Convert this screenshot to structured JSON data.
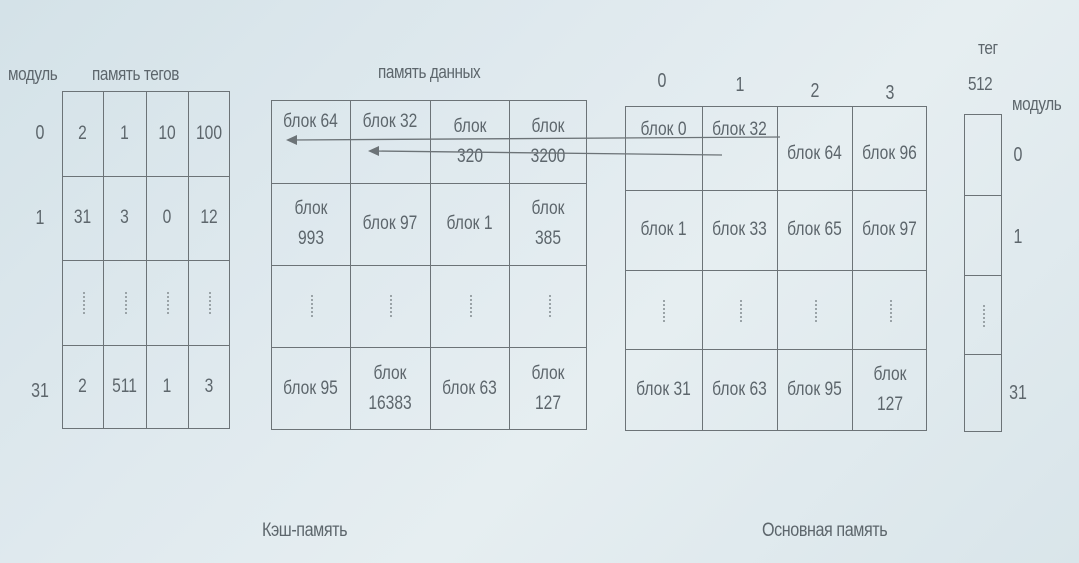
{
  "labels": {
    "modul_left": "модуль",
    "tag_memory": "память тегов",
    "data_memory": "память данных",
    "teg": "тег",
    "teg_value": "512",
    "modul_right": "модуль",
    "cache": "Кэш-память",
    "main_memory": "Основная память"
  },
  "module_numbers": {
    "m0": "0",
    "m1": "1",
    "m31": "31"
  },
  "tag_memory": {
    "row0": [
      "2",
      "1",
      "10",
      "100"
    ],
    "row1": [
      "31",
      "3",
      "0",
      "12"
    ],
    "row31": [
      "2",
      "511",
      "1",
      "3"
    ]
  },
  "data_memory": {
    "row0": [
      "блок 64",
      "блок 32",
      "блок 320",
      "блок 3200"
    ],
    "row1": [
      "блок 993",
      "блок 97",
      "блок 1",
      "блок 385"
    ],
    "row31": [
      "блок 95",
      "блок 16383",
      "блок 63",
      "блок 127"
    ]
  },
  "main_memory": {
    "columns": [
      "0",
      "1",
      "2",
      "3"
    ],
    "row0": [
      "блок 0",
      "блок 32",
      "блок 64",
      "блок 96"
    ],
    "row1": [
      "блок 1",
      "блок 33",
      "блок 65",
      "блок 97"
    ],
    "row31": [
      "блок 31",
      "блок 63",
      "блок 95",
      "блок 127"
    ]
  },
  "right_modules": {
    "m0": "0",
    "m1": "1",
    "m31": "31"
  }
}
